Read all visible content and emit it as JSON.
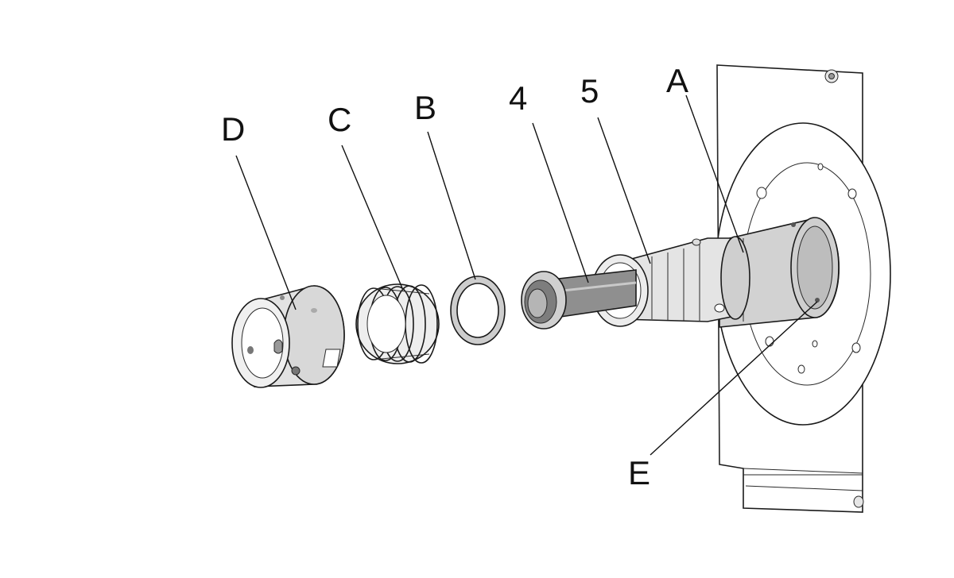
{
  "labels": {
    "D": "D",
    "C": "C",
    "B": "B",
    "four": "4",
    "five": "5",
    "A": "A",
    "E": "E"
  },
  "colors": {
    "line": "#1a1a1a",
    "light_gray": "#d9d9d9",
    "mid_gray": "#bdbdbd",
    "dark_gray": "#8a8a8a",
    "bg": "#ffffff"
  }
}
